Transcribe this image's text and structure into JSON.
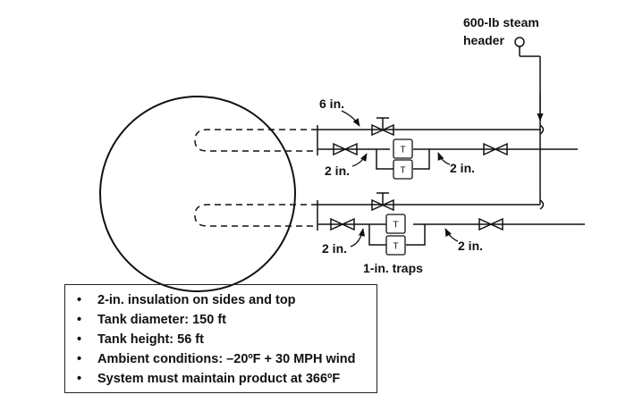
{
  "labels": {
    "steam_header_line1": "600-lb steam",
    "steam_header_line2": "header",
    "pipe_6in": "6 in.",
    "pipe_2in_upper_left": "2 in.",
    "pipe_2in_upper_right": "2 in.",
    "pipe_2in_lower_left": "2 in.",
    "pipe_2in_lower_right": "2 in.",
    "traps": "1-in. traps",
    "trap_symbol": "T"
  },
  "notes": [
    "2-in. insulation on sides and top",
    "Tank diameter: 150 ft",
    "Tank height: 56 ft",
    "Ambient conditions: –20ºF + 30 MPH wind",
    "System must maintain product at 366ºF"
  ],
  "bullet": "•"
}
